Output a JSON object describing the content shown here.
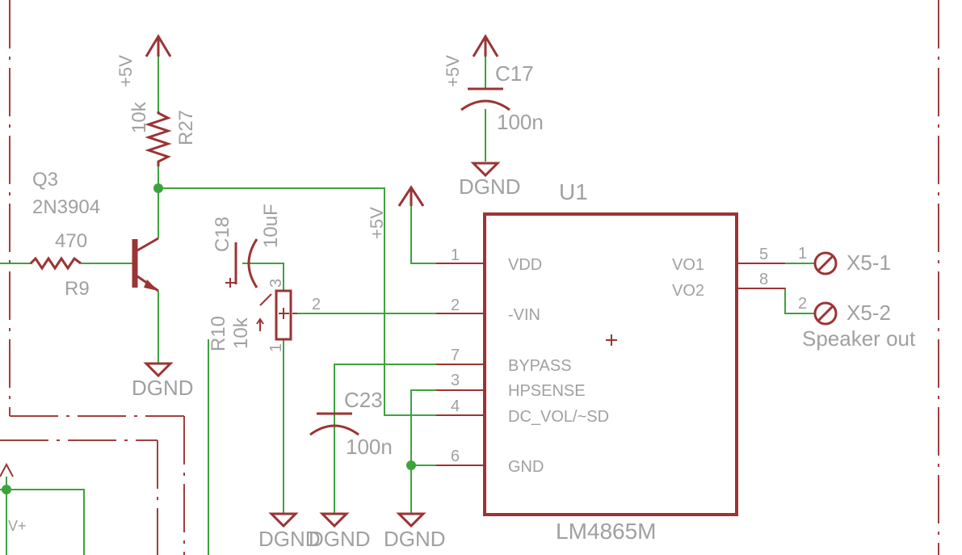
{
  "schematic": {
    "u1": {
      "ref": "U1",
      "value": "LM4865M",
      "left_pins": [
        {
          "num": "1",
          "name": "VDD"
        },
        {
          "num": "2",
          "name": "-VIN"
        },
        {
          "num": "7",
          "name": "BYPASS"
        },
        {
          "num": "3",
          "name": "HPSENSE"
        },
        {
          "num": "4",
          "name": "DC_VOL/~SD"
        },
        {
          "num": "6",
          "name": "GND"
        }
      ],
      "right_pins": [
        {
          "num": "5",
          "name": "VO1"
        },
        {
          "num": "8",
          "name": "VO2"
        }
      ]
    },
    "q3": {
      "ref": "Q3",
      "value": "2N3904"
    },
    "r27": {
      "ref": "R27",
      "value": "10k"
    },
    "r9": {
      "ref": "R9",
      "value": "470"
    },
    "r10": {
      "ref": "R10",
      "value": "10k",
      "pin1": "1",
      "pin2": "2",
      "pin3": "3"
    },
    "c18": {
      "ref": "C18",
      "value": "10uF"
    },
    "c17": {
      "ref": "C17",
      "value": "100n"
    },
    "c23": {
      "ref": "C23",
      "value": "100n"
    },
    "x5_1": {
      "ref": "X5-1",
      "pin": "1"
    },
    "x5_2": {
      "ref": "X5-2",
      "pin": "2",
      "note": "Speaker out"
    },
    "power": {
      "p5v": "+5V",
      "vplus": "V+",
      "dgnd": "DGND"
    }
  },
  "colors": {
    "symbol": "#9b3434",
    "wire": "#3da33d",
    "text": "#a0a0a0",
    "frame": "#a04040"
  }
}
